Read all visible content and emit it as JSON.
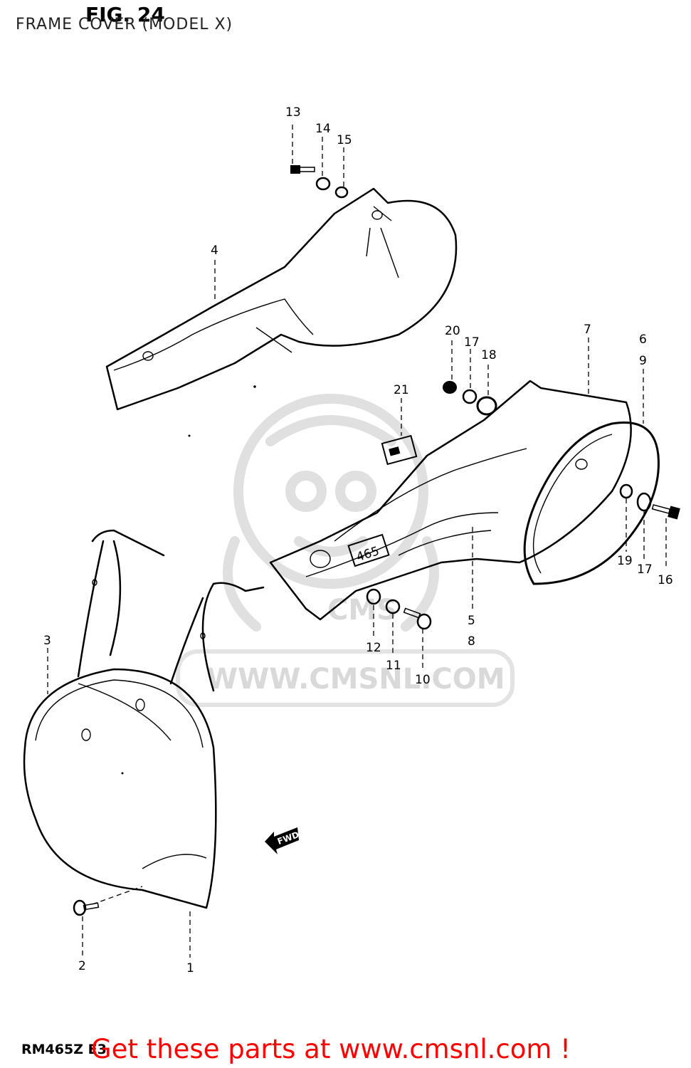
{
  "page": {
    "title": "FRAME COVER (MODEL X)",
    "figure_label": "FIG. 24",
    "model_code": "RM465Z E3",
    "promo_text": "Get these parts at www.cmsnl.com !"
  },
  "watermark": {
    "text": "WWW.CMSNL.COM",
    "logo_text": "CMS"
  },
  "diagram": {
    "front_arrow_text": "FWD",
    "plate_number": "465",
    "part_labels": [
      "1",
      "2",
      "3",
      "4",
      "5",
      "6",
      "7",
      "8",
      "9",
      "10",
      "11",
      "12",
      "13",
      "14",
      "15",
      "16",
      "17",
      "17",
      "18",
      "19",
      "20",
      "21"
    ]
  }
}
